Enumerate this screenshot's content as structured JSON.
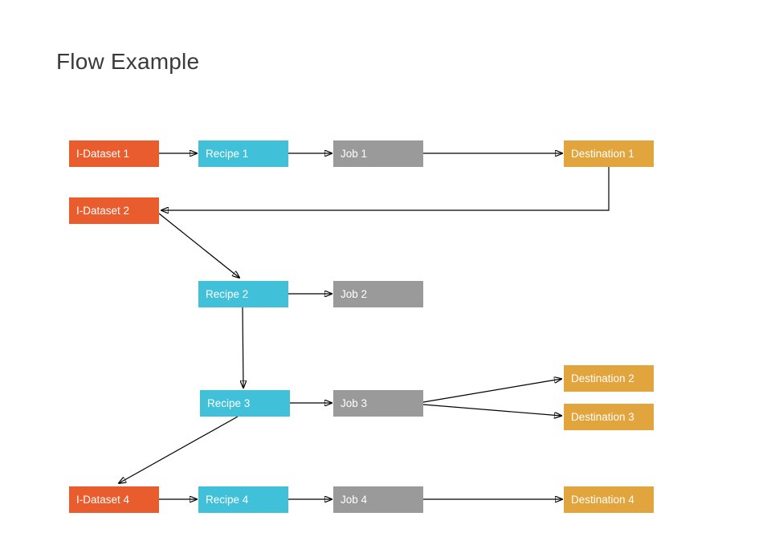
{
  "title": "Flow Example",
  "colors": {
    "background": "#ffffff",
    "title_text": "#3a3a3a",
    "node_text": "#ffffff",
    "connector": "#000000",
    "dataset": "#e85c2e",
    "recipe": "#41c1d9",
    "job": "#9a9a9a",
    "destination": "#e2a43c"
  },
  "nodes": [
    {
      "id": "i-dataset-1",
      "type": "dataset",
      "label": "I-Dataset 1"
    },
    {
      "id": "recipe-1",
      "type": "recipe",
      "label": "Recipe 1"
    },
    {
      "id": "job-1",
      "type": "job",
      "label": "Job 1"
    },
    {
      "id": "destination-1",
      "type": "destination",
      "label": "Destination 1"
    },
    {
      "id": "i-dataset-2",
      "type": "dataset",
      "label": "I-Dataset 2"
    },
    {
      "id": "recipe-2",
      "type": "recipe",
      "label": "Recipe 2"
    },
    {
      "id": "job-2",
      "type": "job",
      "label": "Job 2"
    },
    {
      "id": "destination-2",
      "type": "destination",
      "label": "Destination 2"
    },
    {
      "id": "recipe-3",
      "type": "recipe",
      "label": "Recipe 3"
    },
    {
      "id": "job-3",
      "type": "job",
      "label": "Job 3"
    },
    {
      "id": "destination-3",
      "type": "destination",
      "label": "Destination 3"
    },
    {
      "id": "i-dataset-4",
      "type": "dataset",
      "label": "I-Dataset 4"
    },
    {
      "id": "recipe-4",
      "type": "recipe",
      "label": "Recipe 4"
    },
    {
      "id": "job-4",
      "type": "job",
      "label": "Job 4"
    },
    {
      "id": "destination-4",
      "type": "destination",
      "label": "Destination 4"
    }
  ],
  "edges": [
    {
      "from": "i-dataset-1",
      "to": "recipe-1"
    },
    {
      "from": "recipe-1",
      "to": "job-1"
    },
    {
      "from": "job-1",
      "to": "destination-1"
    },
    {
      "from": "destination-1",
      "to": "i-dataset-2"
    },
    {
      "from": "i-dataset-2",
      "to": "recipe-2"
    },
    {
      "from": "recipe-2",
      "to": "job-2"
    },
    {
      "from": "recipe-2",
      "to": "recipe-3"
    },
    {
      "from": "recipe-3",
      "to": "job-3"
    },
    {
      "from": "job-3",
      "to": "destination-2"
    },
    {
      "from": "job-3",
      "to": "destination-3"
    },
    {
      "from": "recipe-3",
      "to": "i-dataset-4"
    },
    {
      "from": "i-dataset-4",
      "to": "recipe-4"
    },
    {
      "from": "recipe-4",
      "to": "job-4"
    },
    {
      "from": "job-4",
      "to": "destination-4"
    }
  ]
}
